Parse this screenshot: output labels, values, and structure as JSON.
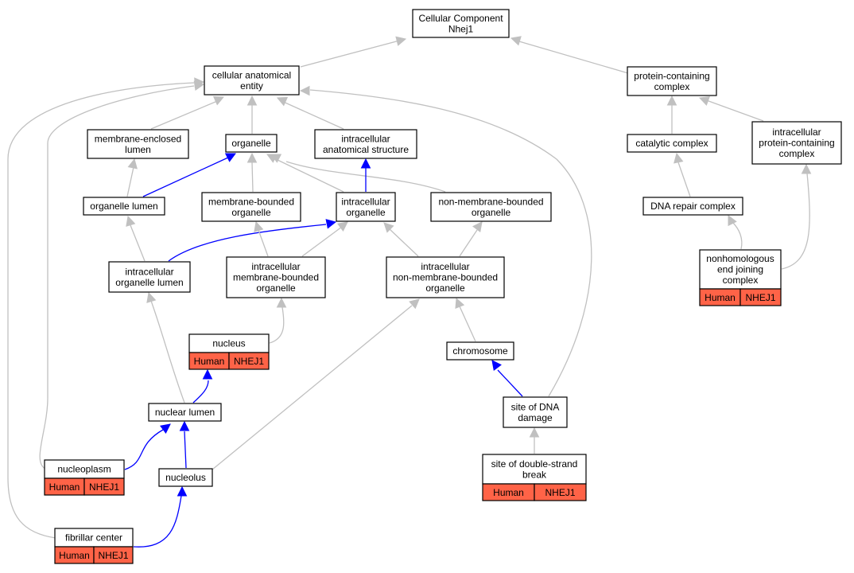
{
  "colors": {
    "edge_is_a": "#c0c0c0",
    "edge_part_of": "#0000ff",
    "annotation_fill": "#ff6347"
  },
  "nodes": {
    "root": {
      "lines": [
        "Cellular Component",
        "Nhej1"
      ]
    },
    "cae": {
      "lines": [
        "cellular anatomical",
        "entity"
      ]
    },
    "pcc": {
      "lines": [
        "protein-containing",
        "complex"
      ]
    },
    "mel": {
      "lines": [
        "membrane-enclosed",
        "lumen"
      ]
    },
    "org": {
      "lines": [
        "organelle"
      ]
    },
    "ias": {
      "lines": [
        "intracellular",
        "anatomical structure"
      ]
    },
    "cat": {
      "lines": [
        "catalytic complex"
      ]
    },
    "ipcc": {
      "lines": [
        "intracellular",
        "protein-containing",
        "complex"
      ]
    },
    "ol": {
      "lines": [
        "organelle lumen"
      ]
    },
    "mbo": {
      "lines": [
        "membrane-bounded",
        "organelle"
      ]
    },
    "io": {
      "lines": [
        "intracellular",
        "organelle"
      ]
    },
    "nmbo": {
      "lines": [
        "non-membrane-bounded",
        "organelle"
      ]
    },
    "drc": {
      "lines": [
        "DNA repair complex"
      ]
    },
    "iol": {
      "lines": [
        "intracellular",
        "organelle lumen"
      ]
    },
    "imbo": {
      "lines": [
        "intracellular",
        "membrane-bounded",
        "organelle"
      ]
    },
    "inmbo": {
      "lines": [
        "intracellular",
        "non-membrane-bounded",
        "organelle"
      ]
    },
    "nhej": {
      "lines": [
        "nonhomologous",
        "end joining",
        "complex"
      ],
      "tags": [
        "Human",
        "NHEJ1"
      ]
    },
    "nuc": {
      "lines": [
        "nucleus"
      ],
      "tags": [
        "Human",
        "NHEJ1"
      ]
    },
    "chr": {
      "lines": [
        "chromosome"
      ]
    },
    "nl": {
      "lines": [
        "nuclear lumen"
      ]
    },
    "sdd": {
      "lines": [
        "site of DNA",
        "damage"
      ]
    },
    "np": {
      "lines": [
        "nucleoplasm"
      ],
      "tags": [
        "Human",
        "NHEJ1"
      ]
    },
    "nlo": {
      "lines": [
        "nucleolus"
      ]
    },
    "sdsb": {
      "lines": [
        "site of double-strand",
        "break"
      ],
      "tags": [
        "Human",
        "NHEJ1"
      ]
    },
    "fc": {
      "lines": [
        "fibrillar center"
      ],
      "tags": [
        "Human",
        "NHEJ1"
      ]
    }
  },
  "edges": [
    {
      "from": "cae",
      "to": "root",
      "rel": "is_a"
    },
    {
      "from": "pcc",
      "to": "root",
      "rel": "is_a"
    },
    {
      "from": "mel",
      "to": "cae",
      "rel": "is_a"
    },
    {
      "from": "org",
      "to": "cae",
      "rel": "is_a"
    },
    {
      "from": "ias",
      "to": "cae",
      "rel": "is_a"
    },
    {
      "from": "cat",
      "to": "pcc",
      "rel": "is_a"
    },
    {
      "from": "ipcc",
      "to": "pcc",
      "rel": "is_a"
    },
    {
      "from": "ol",
      "to": "mel",
      "rel": "is_a"
    },
    {
      "from": "ol",
      "to": "org",
      "rel": "part_of"
    },
    {
      "from": "mbo",
      "to": "org",
      "rel": "is_a"
    },
    {
      "from": "io",
      "to": "org",
      "rel": "is_a"
    },
    {
      "from": "nmbo",
      "to": "org",
      "rel": "is_a"
    },
    {
      "from": "io",
      "to": "ias",
      "rel": "part_of"
    },
    {
      "from": "drc",
      "to": "cat",
      "rel": "is_a"
    },
    {
      "from": "nhej",
      "to": "drc",
      "rel": "is_a"
    },
    {
      "from": "nhej",
      "to": "ipcc",
      "rel": "is_a"
    },
    {
      "from": "iol",
      "to": "ol",
      "rel": "is_a"
    },
    {
      "from": "iol",
      "to": "io",
      "rel": "part_of"
    },
    {
      "from": "imbo",
      "to": "mbo",
      "rel": "is_a"
    },
    {
      "from": "imbo",
      "to": "io",
      "rel": "is_a"
    },
    {
      "from": "inmbo",
      "to": "io",
      "rel": "is_a"
    },
    {
      "from": "inmbo",
      "to": "nmbo",
      "rel": "is_a"
    },
    {
      "from": "nuc",
      "to": "imbo",
      "rel": "is_a"
    },
    {
      "from": "chr",
      "to": "inmbo",
      "rel": "is_a"
    },
    {
      "from": "nl",
      "to": "iol",
      "rel": "is_a"
    },
    {
      "from": "nl",
      "to": "nuc",
      "rel": "part_of"
    },
    {
      "from": "sdd",
      "to": "chr",
      "rel": "part_of"
    },
    {
      "from": "sdd",
      "to": "cae",
      "rel": "is_a"
    },
    {
      "from": "np",
      "to": "nl",
      "rel": "part_of"
    },
    {
      "from": "np",
      "to": "cae",
      "rel": "is_a"
    },
    {
      "from": "nlo",
      "to": "nl",
      "rel": "part_of"
    },
    {
      "from": "nlo",
      "to": "inmbo",
      "rel": "is_a"
    },
    {
      "from": "sdsb",
      "to": "sdd",
      "rel": "is_a"
    },
    {
      "from": "fc",
      "to": "nlo",
      "rel": "part_of"
    },
    {
      "from": "fc",
      "to": "cae",
      "rel": "is_a"
    }
  ]
}
